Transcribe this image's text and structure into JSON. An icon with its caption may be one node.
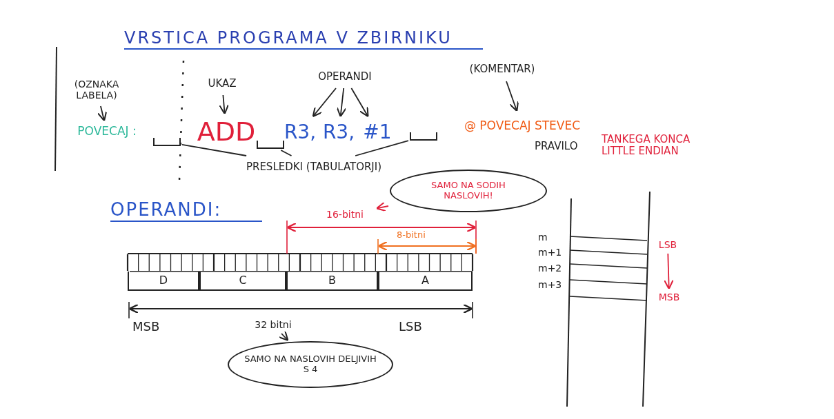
{
  "diagram": {
    "title": "VRSTICA PROGRAMA V ZBIRNIKU",
    "nodes": [
      {
        "text": [
          "(OZNAKA LABELA)"
        ]
      },
      {
        "text": [
          "POVECAJ :"
        ]
      },
      {
        "text": [
          "UKAZ"
        ]
      },
      {
        "text": [
          "ADD"
        ]
      },
      {
        "text": [
          "OPERANDI"
        ]
      },
      {
        "text": [
          "R3,"
        ]
      },
      {
        "text": [
          "R3,"
        ]
      },
      {
        "text": [
          "#1"
        ]
      },
      {
        "text": [
          "(KOMENTAR)"
        ]
      },
      {
        "text": [
          "@ POVECAJ STEVEC"
        ]
      },
      {
        "text": [
          "PRESLEDKI (TABULATORJI)"
        ]
      },
      {
        "text": [],
        "shape": "bracket"
      },
      {
        "text": [],
        "shape": "bracket"
      },
      {
        "text": [],
        "shape": "bracket"
      },
      {
        "text": [
          "D"
        ]
      },
      {
        "text": [
          "C"
        ]
      },
      {
        "text": [
          "B"
        ]
      },
      {
        "text": [
          "A"
        ]
      },
      {
        "text": [
          "SAMO NA SODIH NASLOVIH!"
        ]
      },
      {
        "text": [
          "16-bitni"
        ]
      },
      {
        "text": [
          "32 bitni"
        ]
      },
      {
        "text": [
          "SAMO NA NASLOVIH DELJIVIH S 4"
        ]
      },
      {
        "text": [
          "LSB"
        ]
      },
      {
        "text": [
          "MSB"
        ]
      }
    ],
    "edges": [
      {
        "from": 0,
        "to": 1,
        "arrow": "to"
      },
      {
        "from": 2,
        "to": 3,
        "arrow": "to"
      },
      {
        "from": 4,
        "to": 5,
        "arrow": "to"
      },
      {
        "from": 4,
        "to": 6,
        "arrow": "to"
      },
      {
        "from": 4,
        "to": 7,
        "arrow": "to"
      },
      {
        "from": 8,
        "to": 9,
        "arrow": "to"
      },
      {
        "from": 10,
        "to": 11,
        "arrow": "none"
      },
      {
        "from": 10,
        "to": 12,
        "arrow": "none"
      },
      {
        "from": 10,
        "to": 13,
        "arrow": "none"
      },
      {
        "from": 18,
        "to": 19,
        "arrow": "to",
        "color": "#e0203a"
      },
      {
        "from": 20,
        "to": 21,
        "arrow": "to"
      },
      {
        "from": 22,
        "to": 23,
        "arrow": "to",
        "color": "#e0203a"
      }
    ],
    "labels": [
      "OPERANDI:",
      "PRAVILO",
      "TANKEGA KONCA LITTLE ENDIAN",
      "8-bitni",
      "MSB",
      "LSB",
      "m",
      "m+1",
      "m+2",
      "m+3"
    ]
  }
}
